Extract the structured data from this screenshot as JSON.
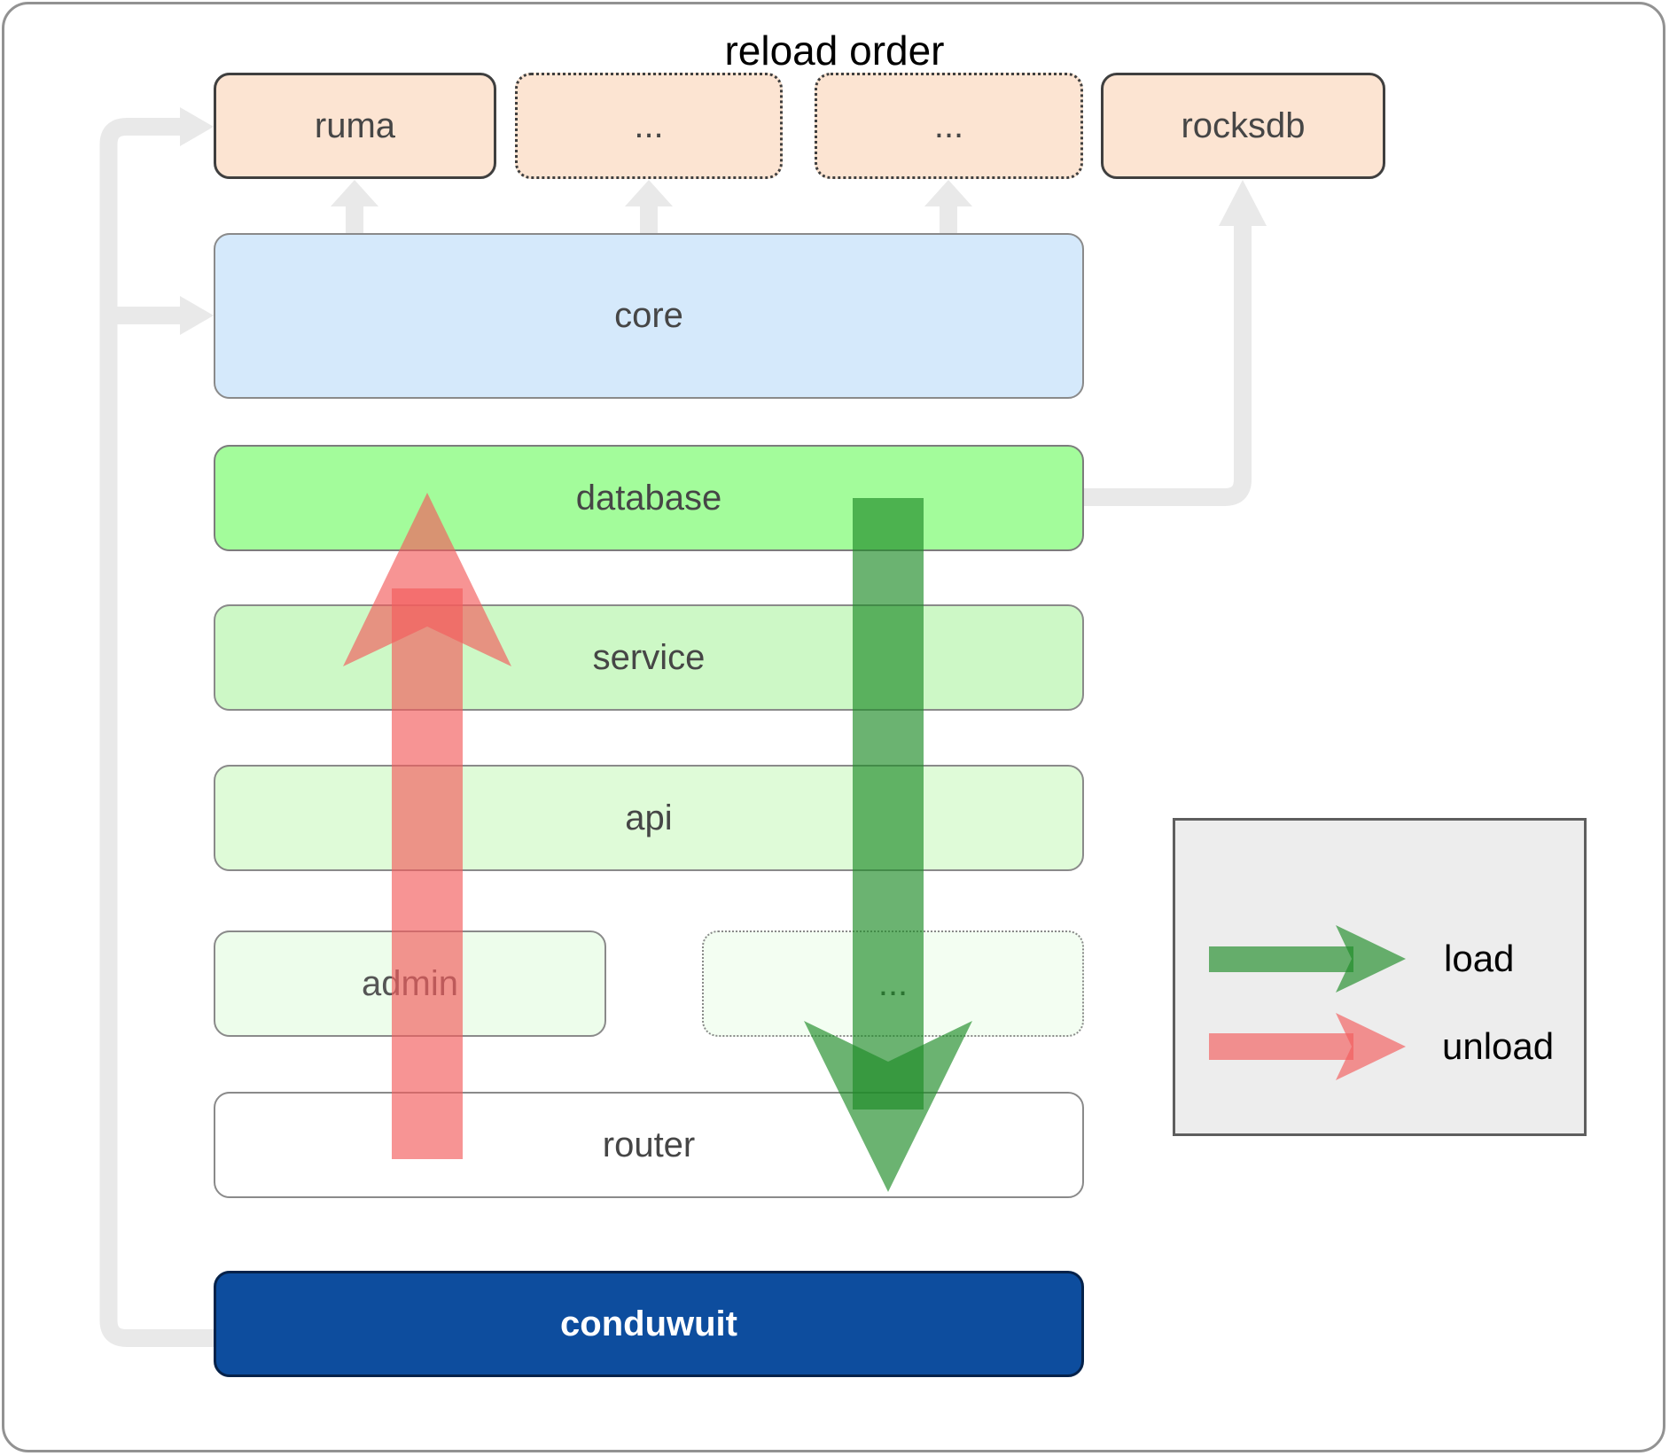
{
  "diagram": {
    "nodes": {
      "ruma": {
        "label": "ruma"
      },
      "crate_top_1": {
        "label": "..."
      },
      "crate_top_2": {
        "label": "..."
      },
      "rocksdb": {
        "label": "rocksdb"
      },
      "core": {
        "label": "core"
      },
      "database": {
        "label": "database"
      },
      "service": {
        "label": "service"
      },
      "api": {
        "label": "api"
      },
      "admin": {
        "label": "admin"
      },
      "crate_mid": {
        "label": "..."
      },
      "router": {
        "label": "router"
      },
      "conduwuit": {
        "label": "conduwuit"
      }
    },
    "legend": {
      "title": "reload order",
      "items": [
        {
          "label": "load",
          "color": "#1f8c28"
        },
        {
          "label": "unload",
          "color": "#f35c5c"
        }
      ]
    },
    "colors": {
      "load_green": "#1f8c28",
      "unload_red": "#f35c5c",
      "conduwuit_blue": "#0d4d9e",
      "core_blue": "#d5e9fb",
      "database_green": "#a3fc9b",
      "service_green": "#cdf8c6",
      "api_green": "#dffbd8",
      "admin_green": "#edfdeb",
      "crate_peach": "#fce4d2",
      "connector_gray": "#e9e9e9"
    }
  }
}
